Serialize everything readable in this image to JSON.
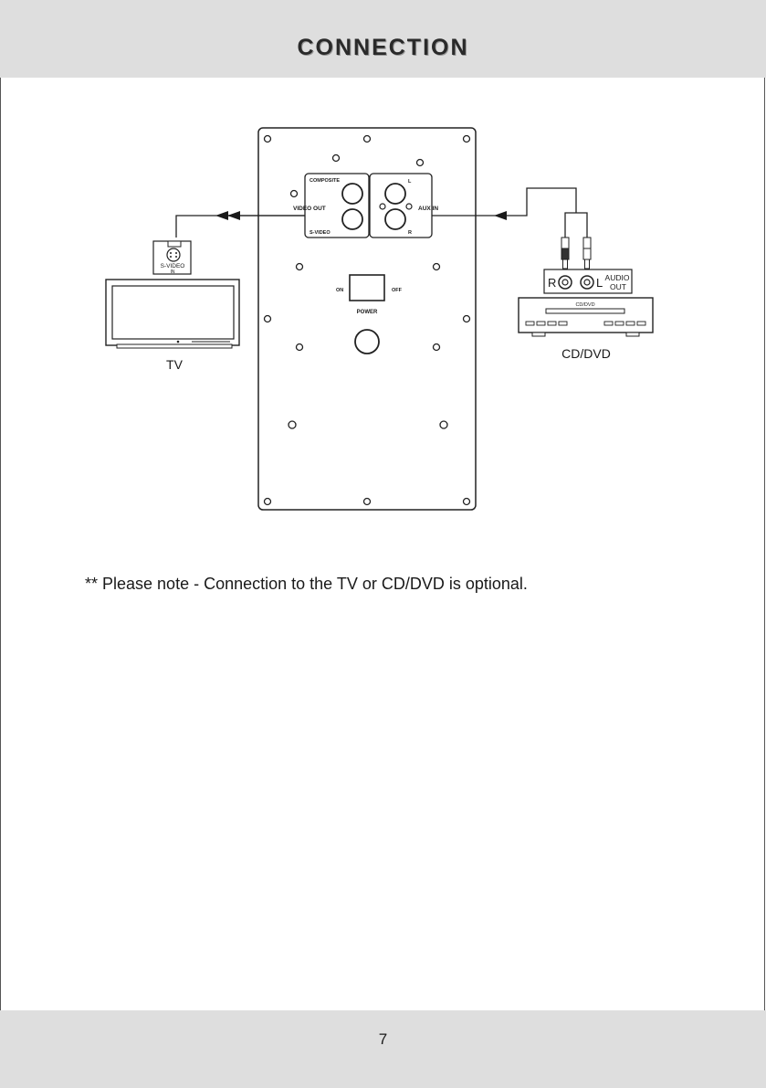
{
  "header": {
    "title": "CONNECTION"
  },
  "diagram": {
    "panel_labels": {
      "composite": "COMPOSITE",
      "video_out": "VIDEO OUT",
      "s_video": "S-VIDEO",
      "left": "L",
      "aux_in": "AUX IN",
      "right": "R",
      "on": "ON",
      "off": "OFF",
      "power": "POWER"
    },
    "tv": {
      "label": "TV",
      "svideo_in_line1": "S-VIDEO",
      "svideo_in_line2": "IN"
    },
    "cd_dvd": {
      "label": "CD/DVD",
      "slot_label": "CD/DVD",
      "jack_right": "R",
      "jack_left": "L",
      "audio_out_line1": "AUDIO",
      "audio_out_line2": "OUT"
    }
  },
  "note": {
    "text": "** Please note - Connection to the TV or CD/DVD is optional."
  },
  "footer": {
    "page_number": "7"
  }
}
